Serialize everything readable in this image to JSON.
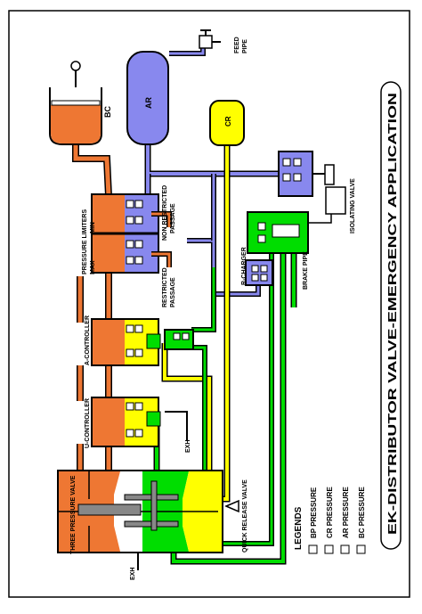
{
  "title": "EK-DISTRIBUTOR VALVE-EMERGENCY APPLICATION",
  "colors": {
    "bp": "#00dd00",
    "cr": "#ffff00",
    "ar": "#8888ee",
    "bc": "#ee7733",
    "outline": "#000000"
  },
  "labels": {
    "bc": "BC",
    "ar": "AR",
    "cr": "CR",
    "feed_pipe_1": "FEED",
    "feed_pipe_2": "PIPE",
    "isolating_valve": "ISOLATING VALVE",
    "brake_pipe": "BRAKE PIPE",
    "r_charger": "R-CHARGER",
    "pressure_limiters_1": "PRESSURE LIMITERS",
    "pressure_limiters_max": "MAX",
    "pressure_limiters_min": "MIN",
    "non_restricted_1": "NON RESTRICTED",
    "non_restricted_2": "PASSAGE",
    "restricted_1": "RESTRICTED",
    "restricted_2": "PASSAGE",
    "a_controller": "A-CONTROLLER",
    "u_controller": "U-CONTROLLER",
    "exh_u": "EXH",
    "three_pressure_valve": "THREE PRESSURE VALVE",
    "quick_release_valve": "QUICK RELEASE VALVE",
    "exh_bottom": "EXH"
  },
  "legend": {
    "title": "LEGENDS",
    "items": [
      {
        "label": "BP PRESSURE",
        "color": "#00dd00"
      },
      {
        "label": "CR PRESSURE",
        "color": "#ffff00"
      },
      {
        "label": "AR PRESSURE",
        "color": "#8888ee"
      },
      {
        "label": "BC PRESSURE",
        "color": "#ee7733"
      }
    ]
  }
}
